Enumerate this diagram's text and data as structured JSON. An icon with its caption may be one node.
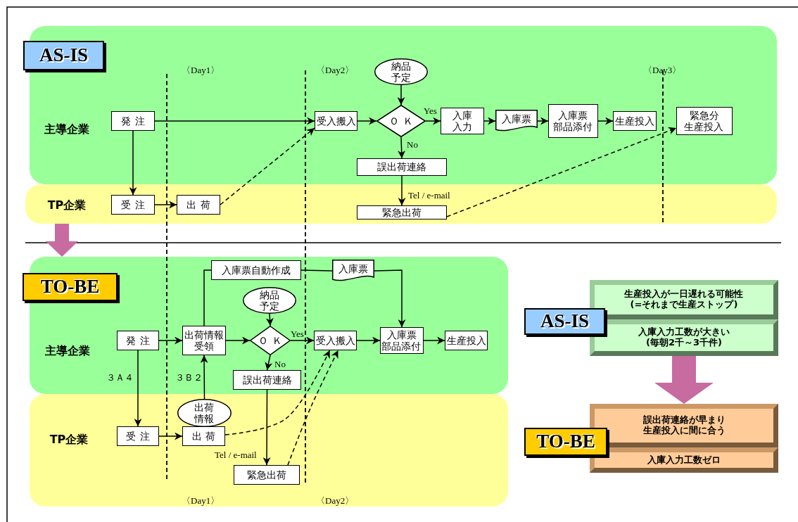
{
  "diagram": {
    "nodes": [
      {
        "text": [
          "主導企業"
        ]
      },
      {
        "text": [
          "TP企業"
        ]
      },
      {
        "text": [
          "AS-IS"
        ]
      },
      {
        "text": [
          "発注"
        ],
        "in": 0
      },
      {
        "text": [
          "受入搬入"
        ],
        "in": 0
      },
      {
        "text": [
          "納品予定"
        ],
        "in": 0
      },
      {
        "text": [
          "ＯＫ"
        ],
        "in": 0
      },
      {
        "text": [
          "入庫入力"
        ],
        "in": 0
      },
      {
        "text": [
          "入庫票"
        ],
        "in": 0
      },
      {
        "text": [
          "入庫票部品添付"
        ],
        "in": 0
      },
      {
        "text": [
          "生産投入"
        ],
        "in": 0
      },
      {
        "text": [
          "緊急分生産投入"
        ],
        "in": 0
      },
      {
        "text": [
          "誤出荷連絡"
        ],
        "in": 0
      },
      {
        "text": [
          "受注"
        ],
        "in": 1
      },
      {
        "text": [
          "出荷"
        ],
        "in": 1
      },
      {
        "text": [
          "緊急出荷"
        ],
        "in": 1
      },
      {
        "text": [
          "主導企業"
        ]
      },
      {
        "text": [
          "TP企業"
        ]
      },
      {
        "text": [
          "TO-BE"
        ]
      },
      {
        "text": [
          "入庫票自動作成"
        ],
        "in": 16
      },
      {
        "text": [
          "入庫票"
        ],
        "in": 16
      },
      {
        "text": [
          "納品予定"
        ],
        "in": 16
      },
      {
        "text": [
          "発注"
        ],
        "in": 16
      },
      {
        "text": [
          "出荷情報受領"
        ],
        "in": 16
      },
      {
        "text": [
          "ＯＫ"
        ],
        "in": 16
      },
      {
        "text": [
          "受入搬入"
        ],
        "in": 16
      },
      {
        "text": [
          "入庫票部品添付"
        ],
        "in": 16
      },
      {
        "text": [
          "生産投入"
        ],
        "in": 16
      },
      {
        "text": [
          "誤出荷連絡"
        ],
        "in": 16
      },
      {
        "text": [
          "出荷情報"
        ],
        "in": 17
      },
      {
        "text": [
          "受注"
        ],
        "in": 17
      },
      {
        "text": [
          "出荷"
        ],
        "in": 17
      },
      {
        "text": [
          "緊急出荷"
        ],
        "in": 17
      },
      {
        "text": [
          "生産投入が一日遅れる可能性(=それまで生産ストップ)"
        ]
      },
      {
        "text": [
          "入庫入力工数が大きい(毎朝2千～3千件)"
        ]
      },
      {
        "text": [
          "AS-IS"
        ]
      },
      {
        "text": [
          "誤出荷連絡が早まり生産投入に間に合う"
        ]
      },
      {
        "text": [
          "入庫入力工数ゼロ"
        ]
      },
      {
        "text": [
          "TO-BE"
        ]
      }
    ],
    "edges": [
      {
        "from": 3,
        "to": 4,
        "arrow": "to"
      },
      {
        "from": 3,
        "to": 13,
        "arrow": "to"
      },
      {
        "from": 13,
        "to": 14,
        "arrow": "to"
      },
      {
        "from": 14,
        "to": 4,
        "arrow": "to",
        "style": "dashed"
      },
      {
        "from": 4,
        "to": 6,
        "arrow": "to"
      },
      {
        "from": 5,
        "to": 6,
        "arrow": "to"
      },
      {
        "from": 6,
        "to": 7,
        "arrow": "to",
        "label": "Yes"
      },
      {
        "from": 6,
        "to": 12,
        "arrow": "to",
        "label": "No"
      },
      {
        "from": 7,
        "to": 8,
        "arrow": "to"
      },
      {
        "from": 8,
        "to": 9,
        "arrow": "to"
      },
      {
        "from": 9,
        "to": 10,
        "arrow": "to"
      },
      {
        "from": 12,
        "to": 15,
        "arrow": "to",
        "label": "Tel / e-mail"
      },
      {
        "from": 15,
        "to": 11,
        "arrow": "to",
        "style": "dashed"
      },
      {
        "from": 22,
        "to": 23,
        "arrow": "to"
      },
      {
        "from": 22,
        "to": 30,
        "arrow": "to",
        "label": "３Ａ４"
      },
      {
        "from": 30,
        "to": 31,
        "arrow": "to"
      },
      {
        "from": 29,
        "to": 23,
        "arrow": "to",
        "label": "３Ｂ２"
      },
      {
        "from": 23,
        "to": 24,
        "arrow": "to"
      },
      {
        "from": 21,
        "to": 24,
        "arrow": "to"
      },
      {
        "from": 24,
        "to": 25,
        "arrow": "to",
        "label": "Yes"
      },
      {
        "from": 24,
        "to": 28,
        "arrow": "to",
        "label": "No"
      },
      {
        "from": 23,
        "to": 19,
        "arrow": "none"
      },
      {
        "from": 19,
        "to": 20,
        "arrow": "none"
      },
      {
        "from": 20,
        "to": 26,
        "arrow": "to"
      },
      {
        "from": 25,
        "to": 26,
        "arrow": "to"
      },
      {
        "from": 26,
        "to": 27,
        "arrow": "to"
      },
      {
        "from": 28,
        "to": 32,
        "arrow": "to",
        "label": "Tel / e-mail"
      },
      {
        "from": 31,
        "to": 25,
        "arrow": "to",
        "style": "dashed"
      },
      {
        "from": 32,
        "to": 25,
        "arrow": "to",
        "style": "dashed"
      },
      {
        "from": 34,
        "to": 36,
        "arrow": "to",
        "style": "thick",
        "color": "#c86ba0"
      },
      {
        "from": 1,
        "to": 16,
        "arrow": "to",
        "style": "thick",
        "color": "#c86ba0"
      }
    ],
    "labels": [
      "〈Day1〉",
      "〈Day2〉",
      "〈Day3〉",
      "〈Day1〉",
      "〈Day2〉"
    ]
  }
}
